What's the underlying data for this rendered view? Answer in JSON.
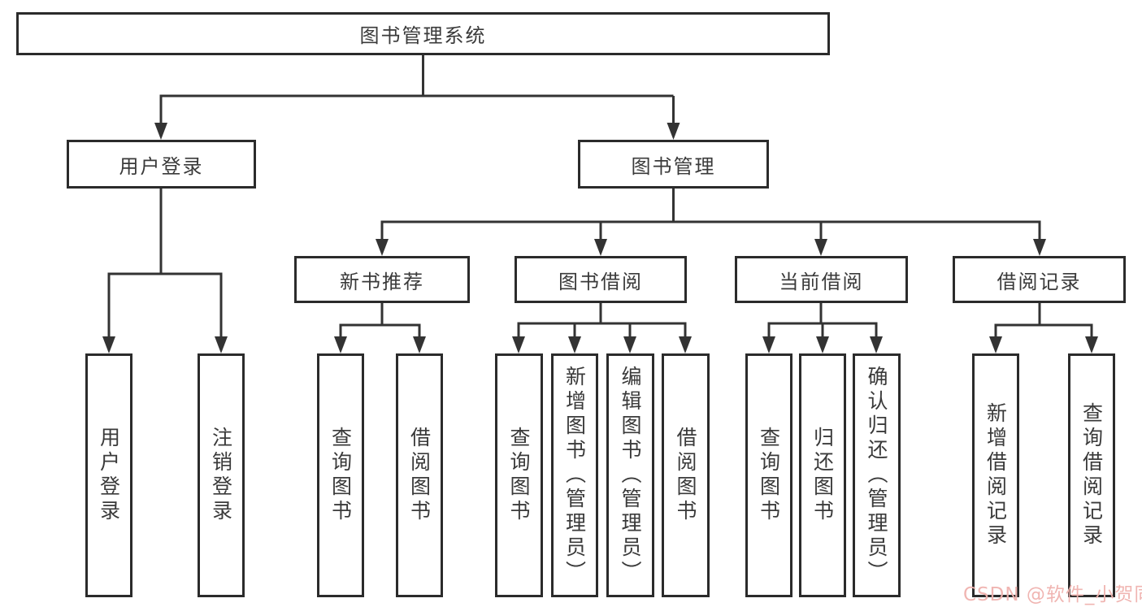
{
  "diagram_title": "图书管理系统",
  "tree": {
    "root": {
      "label": "图书管理系统"
    },
    "branches": [
      {
        "label": "用户登录",
        "children": [
          {
            "label": "用户登录"
          },
          {
            "label": "注销登录"
          }
        ]
      },
      {
        "label": "图书管理",
        "children": [
          {
            "label": "新书推荐",
            "children": [
              {
                "label": "查询图书"
              },
              {
                "label": "借阅图书"
              }
            ]
          },
          {
            "label": "图书借阅",
            "children": [
              {
                "label": "查询图书"
              },
              {
                "label": "新增图书（管理员）"
              },
              {
                "label": "编辑图书（管理员）"
              },
              {
                "label": "借阅图书"
              }
            ]
          },
          {
            "label": "当前借阅",
            "children": [
              {
                "label": "查询图书"
              },
              {
                "label": "归还图书"
              },
              {
                "label": "确认归还（管理员）"
              }
            ]
          },
          {
            "label": "借阅记录",
            "children": [
              {
                "label": "新增借阅记录"
              },
              {
                "label": "查询借阅记录"
              }
            ]
          }
        ]
      }
    ]
  },
  "watermark": {
    "text": "CSDN @软件_小贺同学",
    "color": "#f0b2ae"
  },
  "colors": {
    "connector_line": "#333333",
    "box_border": "#2b2b2b",
    "box_text": "#3a3a3a",
    "background": "#ffffff"
  }
}
